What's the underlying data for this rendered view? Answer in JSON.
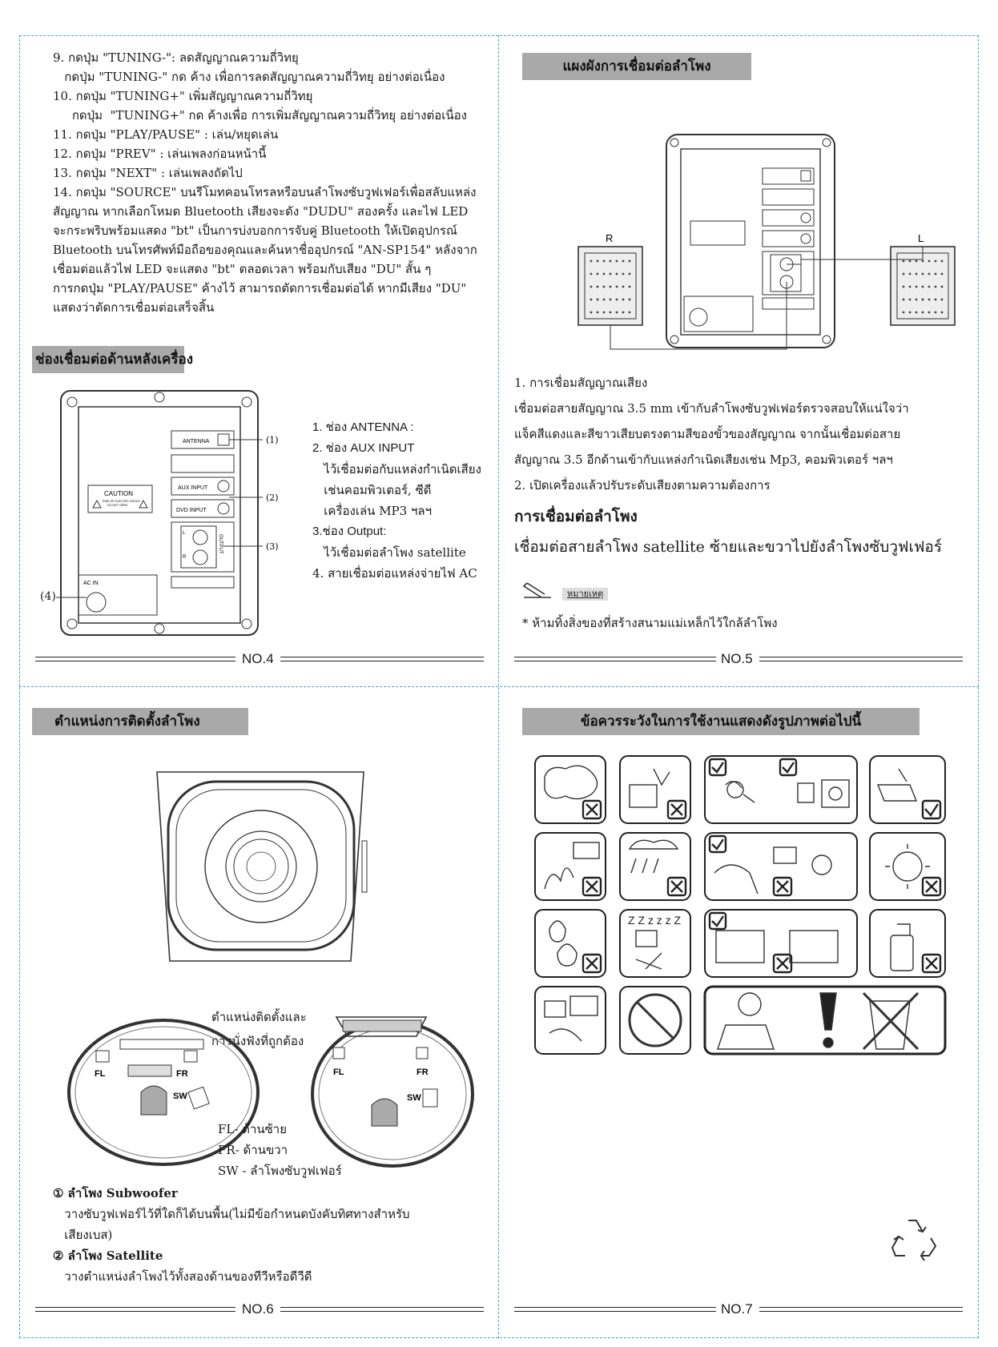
{
  "page4": {
    "lines": [
      "9. กดปุ่ม \"TUNING-\": ลดสัญญาณความถี่วิทยุ",
      "   กดปุ่ม \"TUNING-\" กด ค้าง เพื่อการลดสัญญาณความถี่วิทยุ อย่างต่อเนื่อง",
      "10. กดปุ่ม \"TUNING+\" เพิ่มสัญญาณความถี่วิทยุ",
      "     กดปุ่ม  \"TUNING+\" กด ค้างเพื่อ การเพิ่มสัญญาณความถี่วิทยุ อย่างต่อเนื่อง",
      "11. กดปุ่ม \"PLAY/PAUSE\"  : เล่น/หยุดเล่น",
      "12. กดปุ่ม \"PREV\" : เล่นเพลงก่อนหน้านี้",
      "13. กดปุ่ม \"NEXT\" : เล่นเพลงถัดไป",
      "14. กดปุ่ม \"SOURCE\" บนรีโมทคอนโทรลหรือบนลำโพงซับวูฟเฟอร์เพื่อสลับแหล่ง",
      "สัญญาณ หากเลือกโหมด Bluetooth เสียงจะดัง \"DUDU\" สองครั้ง และไฟ LED",
      "จะกระพริบพร้อมแสดง \"bt\" เป็นการบ่งบอกการจับคู่ Bluetooth ให้เปิดอุปกรณ์",
      "Bluetooth บนโทรศัพท์มือถือของคุณและค้นหาชื่ออุปกรณ์ \"AN-SP154\" หลังจาก",
      "เชื่อมต่อแล้วไฟ LED จะแสดง \"bt\" ตลอดเวลา พร้อมกับเสียง \"DU\" สั้น ๆ",
      "การกดปุ่ม \"PLAY/PAUSE\" ค้างไว้ สามารถตัดการเชื่อมต่อได้ หากมีเสียง \"DU\"",
      "แสดงว่าตัดการเชื่อมต่อเสร็จสิ้น"
    ],
    "heading": "ช่องเชื่อมต่อด้านหลังเครื่อง",
    "panel": {
      "antenna": "ANTENNA",
      "aux": "AUX INPUT",
      "dvd": "DVD INPUT",
      "caution": "CAUTION",
      "caution_sub1": "RISK OF ELECTRIC SHOCK",
      "caution_sub2": "DO NOT OPEN",
      "output": "OUTPUT",
      "l": "L",
      "r": "R",
      "acin": "AC IN",
      "c1": "(1)",
      "c2": "(2)",
      "c3": "(3)",
      "c4": "(4)"
    },
    "legend": [
      "1. ช่อง ANTENNA :",
      "2. ช่อง AUX INPUT",
      "   ไว้เชื่อมต่อกับแหล่งกำเนิดเสียง",
      "   เช่นคอมพิวเตอร์, ซีดี",
      "   เครื่องเล่น MP3 ฯลฯ",
      "3.ช่อง Output:",
      "   ไว้เชื่อมต่อลำโพง satellite",
      "4. สายเชื่อมต่อแหล่งจ่ายไฟ AC"
    ],
    "footer": "NO.4"
  },
  "page5": {
    "heading": "แผงผังการเชื่อมต่อลำโพง",
    "r_label": "R",
    "l_label": "L",
    "lines": [
      "1. การเชื่อมสัญญาณเสียง",
      "เชื่อมต่อสายสัญญาณ 3.5 mm เข้ากับลำโพงซับวูฟเฟอร์ตรวจสอบให้แน่ใจว่า",
      "แจ็คสีแดงและสีขาวเสียบตรงตามสีของขั้วของสัญญาณ จากนั้นเชื่อมต่อสาย",
      "สัญญาณ 3.5 อีกด้านเข้ากับแหล่งกำเนิดเสียงเช่น Mp3, คอมพิวเตอร์ ฯลฯ",
      "2. เปิดเครื่องแล้วปรับระดับเสียงตามความต้องการ"
    ],
    "subheading": "การเชื่อมต่อลำโพง",
    "connect_text": "เชื่อมต่อสายลำโพง satellite ซ้ายและขวาไปยังลำโพงซับวูฟเฟอร์",
    "note_label": "หมายเหตุ",
    "note_text": "* ห้ามทิ้งสิ่งของที่สร้างสนามแม่เหล็กไว้ใกล้ลำโพง",
    "footer": "NO.5"
  },
  "page6": {
    "heading": "ตำแหน่งการติดตั้งลำโพง",
    "placement_text1": "ตำแหน่งติดตั้งและ",
    "placement_text2": "การนั่งฟังที่ถูกต้อง",
    "fl": "FL",
    "fr": "FR",
    "sw": "SW",
    "legend": [
      "FL- ด้านซ้าย",
      "FR- ด้านขวา",
      "SW - ลำโพงซับวูฟเฟอร์"
    ],
    "item1_title": "① ลำโพง Subwoofer",
    "item1_lines": [
      "   วางซับวูฟเฟอร์ไว้ที่ใดก็ได้บนพื้น(ไม่มีข้อกำหนดบังคับทิศทางสำหรับ",
      "   เสียงเบส)"
    ],
    "item2_title": "② ลำโพง Satellite",
    "item2_lines": [
      "   วางตำแหน่งลำโพงไว้ทั้งสองด้านของทีวีหรือดีวีดี"
    ],
    "footer": "NO.6"
  },
  "page7": {
    "heading": "ข้อควรระวังในการใช้งานแสดงดังรูปภาพต่อไปนี้",
    "footer": "NO.7"
  }
}
